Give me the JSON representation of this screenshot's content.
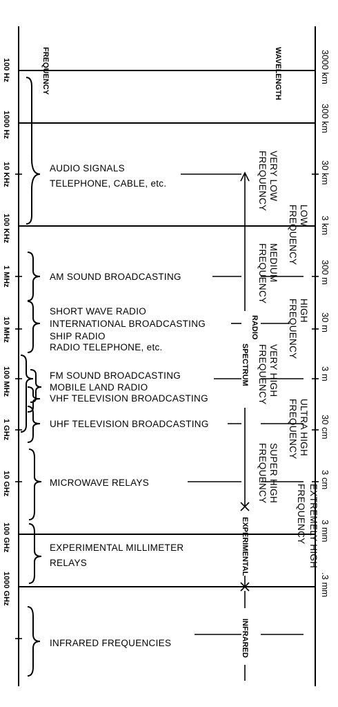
{
  "axis_titles": {
    "frequency": "FREQUENCY",
    "wavelength": "WAVELENGTH"
  },
  "frequency_ticks": [
    "100 Hz",
    "1000 Hz",
    "10 KHz",
    "100 KHz",
    "1 MHz",
    "10 MHz",
    "100 MHz",
    "1 GHz",
    "10 GHz",
    "100 GHz",
    "1000 GHz"
  ],
  "wavelength_ticks": [
    "3000 km",
    "300 km",
    "30 km",
    "3 km",
    "300 m",
    "30 m",
    "3 m",
    "30 cm",
    "3 cm",
    "3 mm",
    ".3 mm"
  ],
  "applications": {
    "audio_1": "AUDIO SIGNALS",
    "audio_2": "TELEPHONE, CABLE, etc.",
    "am": "AM SOUND BROADCASTING",
    "sw_1": "SHORT WAVE RADIO",
    "sw_2": "INTERNATIONAL BROADCASTING",
    "sw_3": "SHIP RADIO",
    "sw_4": "RADIO TELEPHONE, etc.",
    "fm": "FM SOUND BROADCASTING",
    "mobile": "MOBILE LAND RADIO",
    "vhf": "VHF TELEVISION BROADCASTING",
    "uhf": "UHF TELEVISION BROADCASTING",
    "microwave": "MICROWAVE RELAYS",
    "mm_1": "EXPERIMENTAL MILLIMETER",
    "mm_2": "RELAYS",
    "ir": "INFRARED FREQUENCIES"
  },
  "bands": {
    "vlf_1": "VERY LOW",
    "vlf_2": "FREQUENCY",
    "lf_1": "LOW",
    "lf_2": "FREQUENCY",
    "mf_1": "MEDIUM",
    "mf_2": "FREQUENCY",
    "hf_1": "HIGH",
    "hf_2": "FREQUENCY",
    "vhf_1": "VERY HIGH",
    "vhf_2": "FREQUENCY",
    "uhf_1": "ULTRA HIGH",
    "uhf_2": "FREQUENCY",
    "shf_1": "SUPER HIGH",
    "shf_2": "FREQUENCY",
    "ehf_1": "EXTREMELY HIGH",
    "ehf_2": "FREQUENCY"
  },
  "spectrum": {
    "radio": "RADIO",
    "spectrum": "SPECTRUM",
    "experimental": "EXPERIMENTAL",
    "infrared": "INFRARED"
  }
}
